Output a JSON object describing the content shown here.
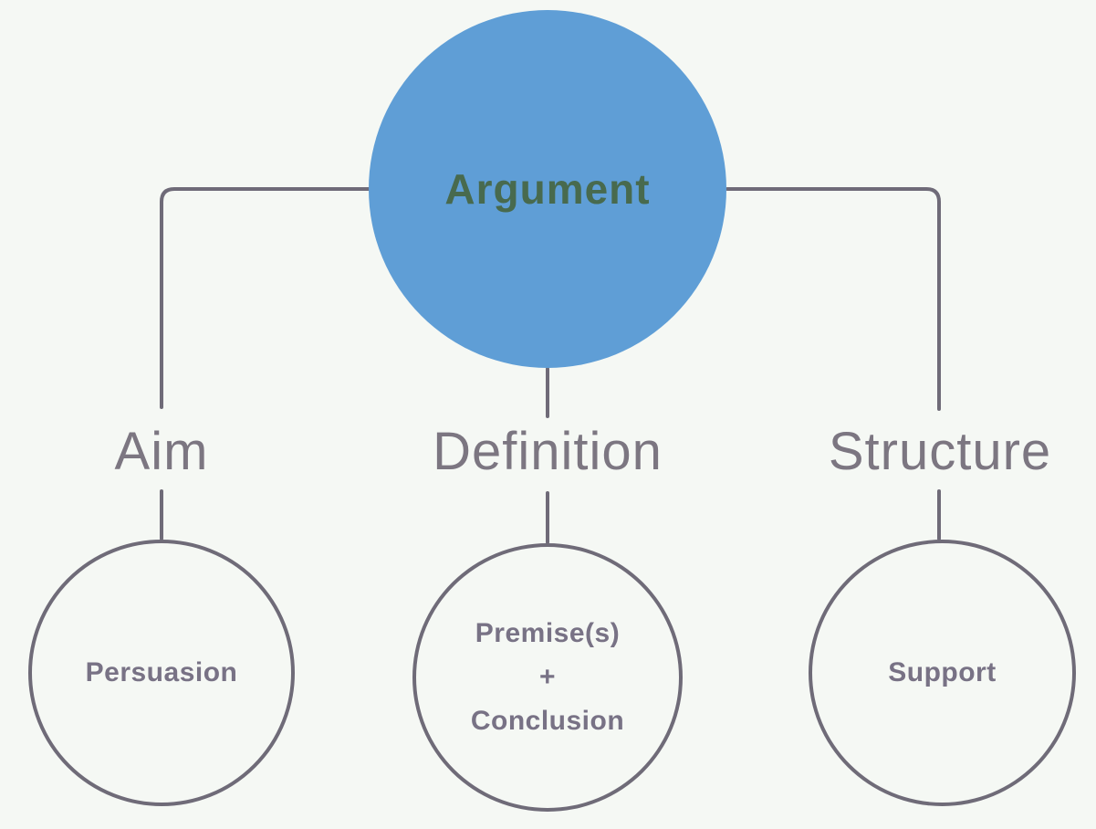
{
  "diagram": {
    "root": {
      "label": "Argument"
    },
    "branches": [
      {
        "label": "Aim",
        "child": {
          "lines": [
            "Persuasion"
          ]
        }
      },
      {
        "label": "Definition",
        "child": {
          "lines": [
            "Premise(s)",
            "+",
            "Conclusion"
          ]
        }
      },
      {
        "label": "Structure",
        "child": {
          "lines": [
            "Support"
          ]
        }
      }
    ]
  },
  "colors": {
    "bg": "#f5f8f4",
    "blue": "#5f9ed6",
    "root-text": "#486a4e",
    "line": "#6f6b78",
    "label": "#7c7681",
    "leaf-text": "#787285"
  }
}
